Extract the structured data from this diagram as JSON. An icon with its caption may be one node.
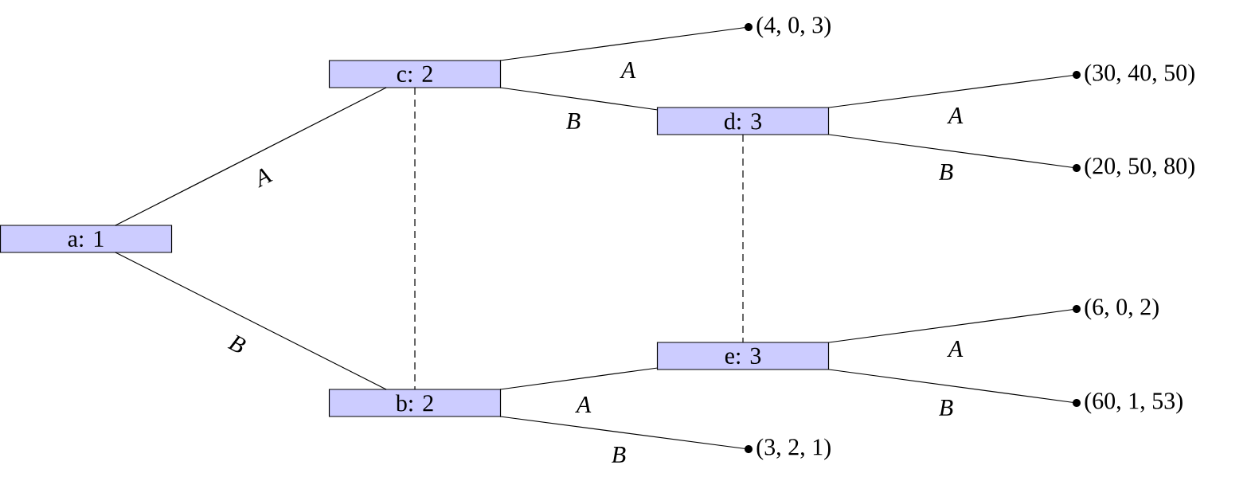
{
  "diagram": {
    "nodes": [
      {
        "text": [
          "a: 1"
        ]
      },
      {
        "text": [
          "c: 2"
        ]
      },
      {
        "text": [
          "b: 2"
        ]
      },
      {
        "text": [
          "d: 3"
        ]
      },
      {
        "text": [
          "e: 3"
        ]
      },
      {
        "text": [
          "(4, 0, 3)"
        ]
      },
      {
        "text": [
          "(30, 40, 50)"
        ]
      },
      {
        "text": [
          "(20, 50, 80)"
        ]
      },
      {
        "text": [
          "(6, 0, 2)"
        ]
      },
      {
        "text": [
          "(60, 1, 53)"
        ]
      },
      {
        "text": [
          "(3, 2, 1)"
        ]
      }
    ],
    "edges": [
      {
        "from": 0,
        "to": 1,
        "arrow": "none",
        "label": "A"
      },
      {
        "from": 0,
        "to": 2,
        "arrow": "none",
        "label": "B"
      },
      {
        "from": 1,
        "to": 5,
        "arrow": "none",
        "label": "A"
      },
      {
        "from": 1,
        "to": 3,
        "arrow": "none",
        "label": "B"
      },
      {
        "from": 3,
        "to": 6,
        "arrow": "none",
        "label": "A"
      },
      {
        "from": 3,
        "to": 7,
        "arrow": "none",
        "label": "B"
      },
      {
        "from": 2,
        "to": 4,
        "arrow": "none",
        "label": "A"
      },
      {
        "from": 2,
        "to": 10,
        "arrow": "none",
        "label": "B"
      },
      {
        "from": 4,
        "to": 8,
        "arrow": "none",
        "label": "A"
      },
      {
        "from": 4,
        "to": 9,
        "arrow": "none",
        "label": "B"
      },
      {
        "from": 1,
        "to": 2,
        "arrow": "none",
        "style": "dashed"
      },
      {
        "from": 3,
        "to": 4,
        "arrow": "none",
        "style": "dashed"
      }
    ]
  }
}
